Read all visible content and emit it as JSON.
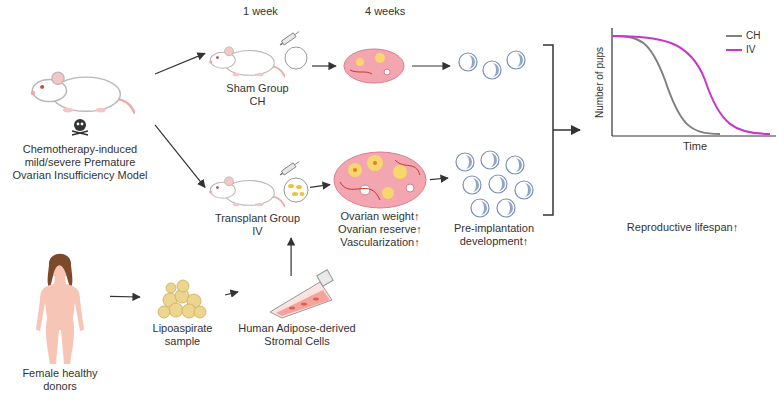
{
  "diagram": {
    "nodes": [
      {
        "text": [
          "Chemotherapy-induced mild/severe Premature Ovarian Insufficiency Model"
        ]
      },
      {
        "text": [
          "Sham Group",
          "CH"
        ]
      },
      {
        "text": [
          "Transplant Group",
          "IV"
        ]
      },
      {
        "text": [
          "Ovarian weight↑ Ovarian reserve↑ Vascularization↑"
        ]
      },
      {
        "text": [
          "Pre-implantation development↑"
        ]
      },
      {
        "text": [
          "Reproductive lifespan↑"
        ]
      },
      {
        "text": [
          "Female healthy donors"
        ]
      },
      {
        "text": [
          "Lipoaspirate sample"
        ]
      },
      {
        "text": [
          "Human Adipose-derived Stromal Cells"
        ]
      }
    ],
    "edges": [
      {
        "from": 0,
        "to": 1,
        "arrow": "to"
      },
      {
        "from": 0,
        "to": 2,
        "arrow": "to"
      },
      {
        "from": 2,
        "to": 3,
        "arrow": "to"
      },
      {
        "from": 3,
        "to": 4,
        "arrow": "to"
      },
      {
        "from": 6,
        "to": 7,
        "arrow": "to"
      },
      {
        "from": 7,
        "to": 8,
        "arrow": "to"
      },
      {
        "from": 8,
        "to": 2,
        "arrow": "to"
      }
    ],
    "labels": [
      "1 week",
      "4 weeks",
      "Number of pups",
      "Time"
    ],
    "legend": [
      {
        "text": "CH",
        "color": "#808080"
      },
      {
        "text": "IV",
        "color": "#cc33cc"
      }
    ]
  }
}
